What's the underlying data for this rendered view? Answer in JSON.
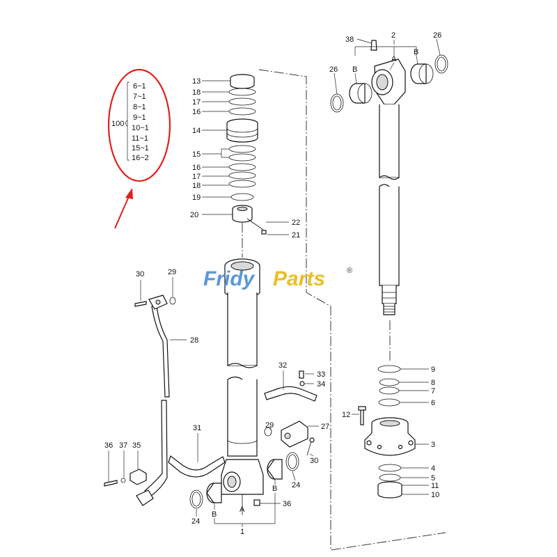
{
  "kit": {
    "number": "100",
    "items": [
      "6~1",
      "7~1",
      "8~1",
      "9~1",
      "10~1",
      "11~1",
      "15~1",
      "16~2"
    ]
  },
  "labels": {
    "p1": "1",
    "p2": "2",
    "p3": "3",
    "p4": "4",
    "p5": "5",
    "p6": "6",
    "p7": "7",
    "p8": "8",
    "p9": "9",
    "p10": "10",
    "p11": "11",
    "p12": "12",
    "p13": "13",
    "p14": "14",
    "p15": "15",
    "p16a": "16",
    "p16b": "16",
    "p17a": "17",
    "p17b": "17",
    "p18a": "18",
    "p18b": "18",
    "p19": "19",
    "p20": "20",
    "p21": "21",
    "p22": "22",
    "p24a": "24",
    "p24b": "24",
    "p26a": "26",
    "p26b": "26",
    "p27": "27",
    "p28": "28",
    "p29a": "29",
    "p29b": "29",
    "p30a": "30",
    "p30b": "30",
    "p31": "31",
    "p32": "32",
    "p33": "33",
    "p34": "34",
    "p35": "35",
    "p36a": "36",
    "p36b": "36",
    "p37": "37",
    "p38": "38",
    "rodA": "A",
    "rodB1": "B",
    "rodB2": "B",
    "tubeA": "A",
    "tubeB1": "B",
    "tubeB2": "B"
  },
  "watermark": {
    "part1": "Fridy",
    "part2": "Parts",
    "mark": "®"
  },
  "colors": {
    "highlight": "#e0201b",
    "watermark_blue": "#3d86d4",
    "watermark_gold": "#e8b400"
  }
}
